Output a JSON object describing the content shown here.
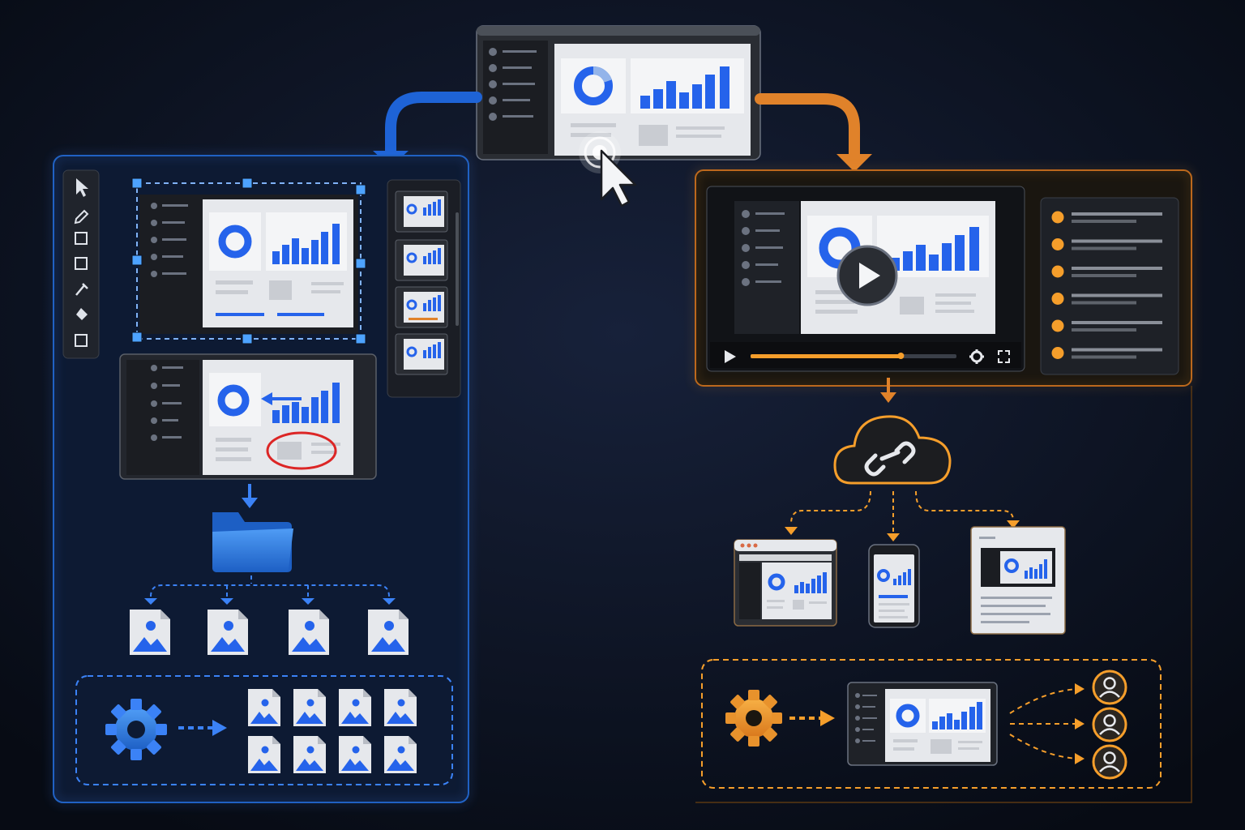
{
  "colors": {
    "background": "#0b1120",
    "blue_accent": "#3b82f6",
    "orange_accent": "#f59e2b",
    "annotation_red": "#dc2626",
    "screen_light": "#e6e8ec",
    "panel_dark": "#1c1f26"
  },
  "flow": {
    "source": "dashboard-screen",
    "branches": [
      "screenshot-capture",
      "video-recording"
    ]
  },
  "screenshot_panel": {
    "tools": [
      "cursor-icon",
      "pencil-icon",
      "rectangle-icon",
      "crop-icon",
      "eyedropper-icon",
      "fill-icon",
      "shape-icon"
    ],
    "thumbnail_count": 4,
    "output_files": 4,
    "batch_files": 8
  },
  "video_panel": {
    "progress": 0.73,
    "list_items": 6,
    "icons": [
      "play-icon",
      "settings-icon",
      "fullscreen-icon",
      "link-icon"
    ],
    "share_targets": [
      "desktop-browser",
      "mobile-phone",
      "document-page"
    ],
    "recipients": 3
  }
}
